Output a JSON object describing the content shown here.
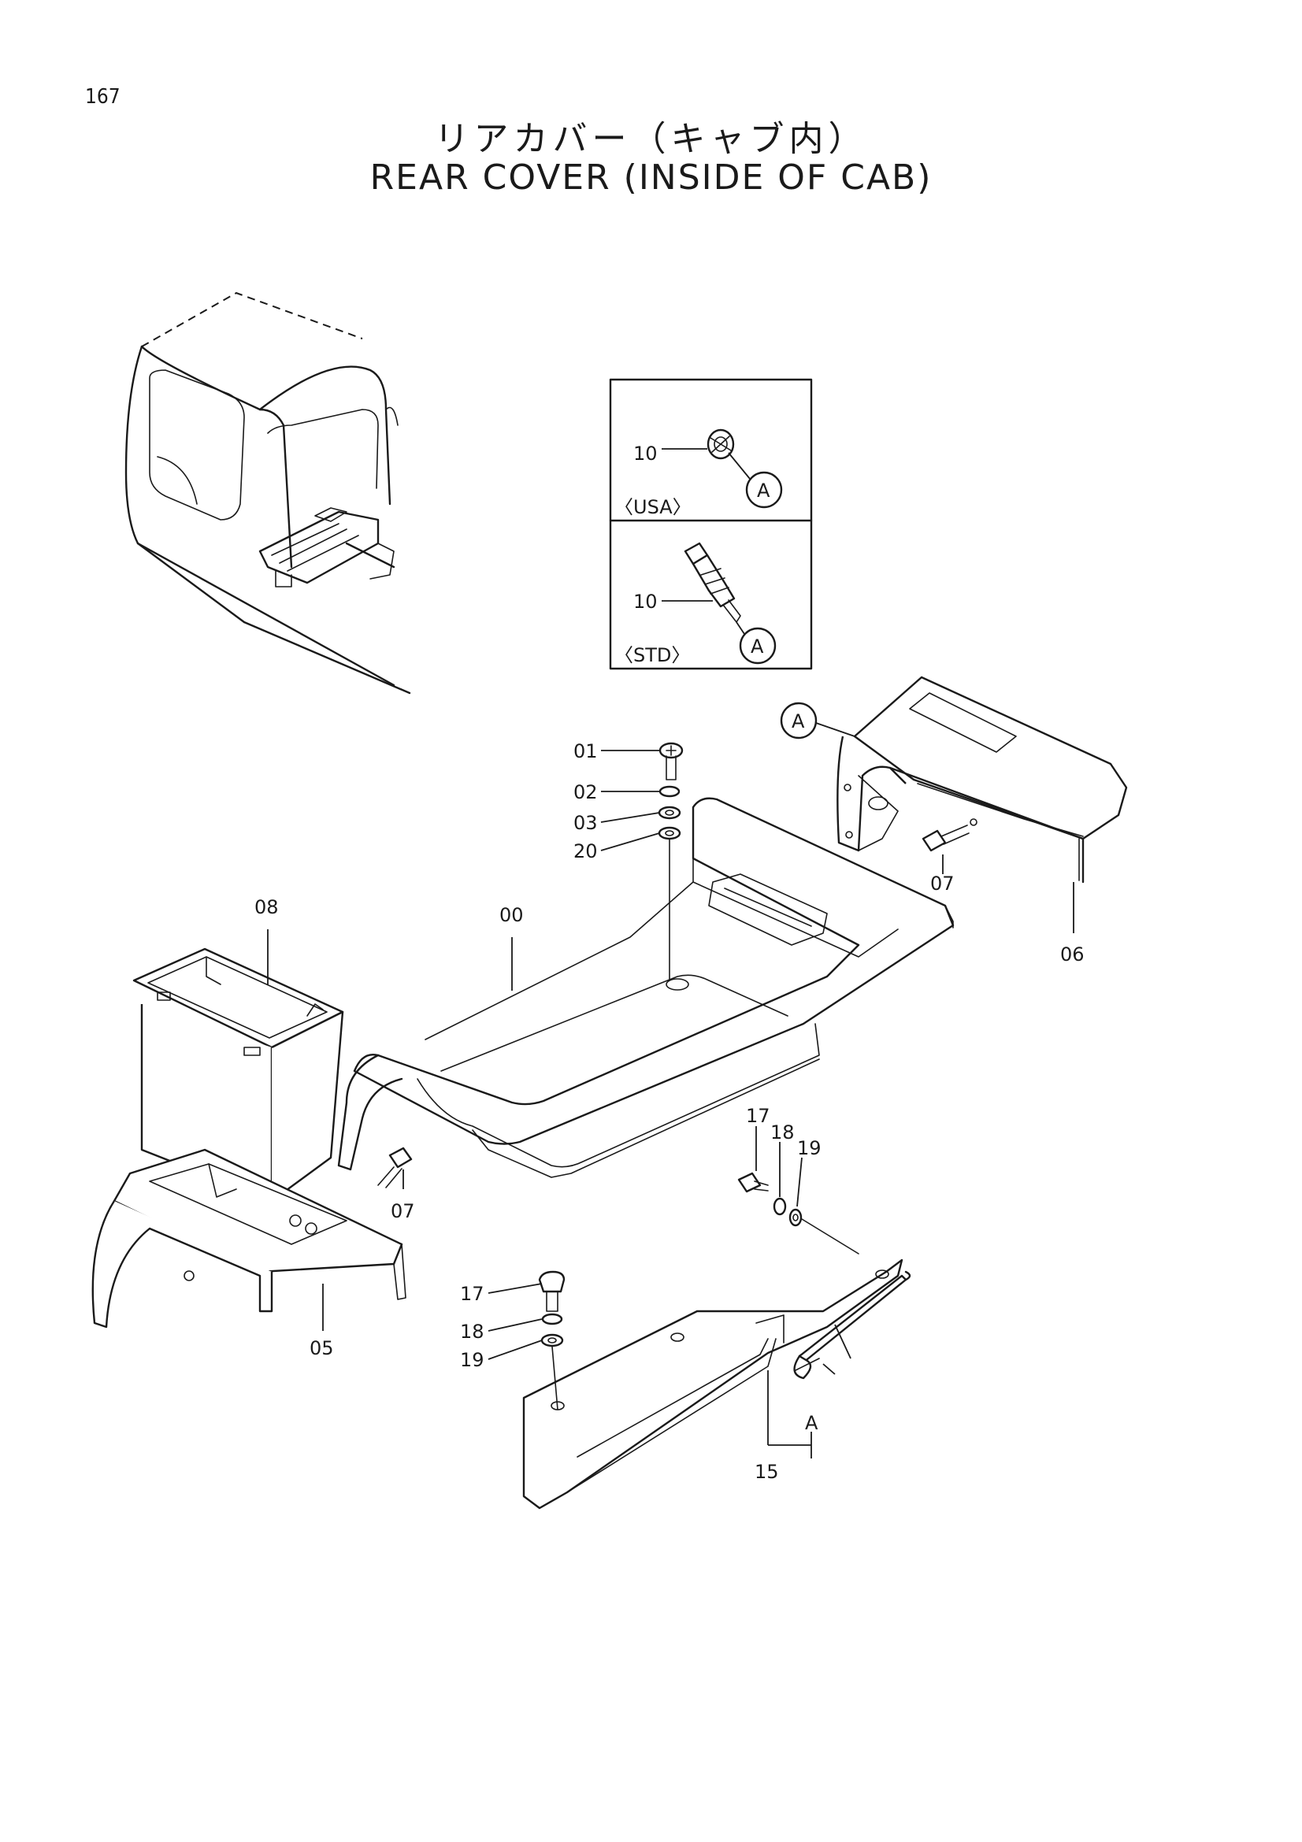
{
  "page_number": "167",
  "title_jp": "リアカバー（キャブ内）",
  "title_en": "REAR COVER (INSIDE OF CAB)",
  "variants": {
    "usa": "〈USA〉",
    "std": "〈STD〉"
  },
  "ref_marker": "A",
  "part_labels": {
    "p00": "00",
    "p01": "01",
    "p02": "02",
    "p03": "03",
    "p05": "05",
    "p06": "06",
    "p07": "07",
    "p08": "08",
    "p10": "10",
    "p15": "15",
    "p17": "17",
    "p18": "18",
    "p19": "19",
    "p20": "20"
  }
}
